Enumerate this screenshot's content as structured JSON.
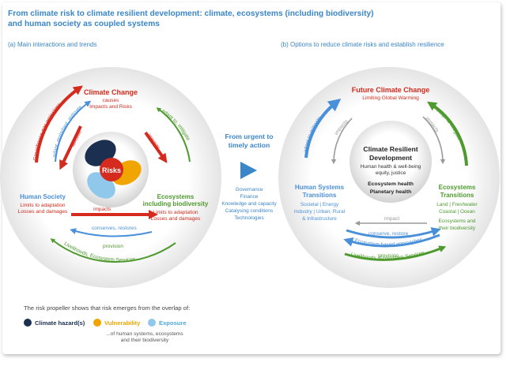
{
  "title_line1": "From climate risk to climate resilient development: climate, ecosystems (including biodiversity)",
  "title_line2": "and human society as coupled systems",
  "panel_a": {
    "label": "(a) Main interactions and trends",
    "climate_title": "Climate Change",
    "climate_sub1": "causes",
    "climate_sub2": "Impacts and Risks",
    "human_title": "Human Society",
    "human_sub1": "Limits to adaptation",
    "human_sub2": "Losses and damages",
    "eco_title1": "Ecosystems",
    "eco_title2": "including biodiversity",
    "eco_sub1": "Limits to adaptation",
    "eco_sub2": "Losses and damages",
    "arrow_ghg": "Greenhouse gas emissions",
    "arrow_adapt_human": "adapt, maladapt, mitigate",
    "arrow_impacts_left": "impacts",
    "arrow_impacts_right": "impacts",
    "arrow_adapt_eco": "adapt to, mitigate",
    "arrow_impacts_bottom": "impacts",
    "arrow_conserves": "conserves, restores",
    "arrow_provision": "provision",
    "arrow_livelihoods": "Livelihoods, Ecosystem Services",
    "center": "Risks"
  },
  "middle": {
    "heading1": "From urgent to",
    "heading2": "timely action",
    "items": [
      "Governance",
      "Finance",
      "Knowledge and capacity",
      "Catalysing conditions",
      "Technologies"
    ]
  },
  "panel_b": {
    "label": "(b) Options to reduce climate risks and establish resilience",
    "future_title": "Future Climate Change",
    "future_sub": "Limiting Global Warming",
    "center_title1": "Climate Resilient",
    "center_title2": "Development",
    "center_sub1": "Human health & well-being",
    "center_sub2": "equity, justice",
    "center_eco": "Ecosystem health",
    "center_planet": "Planetary health",
    "hst_title1": "Human Systems",
    "hst_title2": "Transitions",
    "hst_sub1": "Societal | Energy",
    "hst_sub2": "Industry | Urban, Rural",
    "hst_sub3": "& Infrastructure",
    "et_title1": "Ecosystems",
    "et_title2": "Transitions",
    "et_sub1": "Land | Freshwater",
    "et_sub2": "Coastal | Ocean",
    "et_sub3": "Ecosystems and",
    "et_sub4": "their biodiversity",
    "arrow_adapt_left": "adapt to mitigate",
    "arrow_impacts_left": "impacts",
    "arrow_impacts_right": "impacts",
    "arrow_adapt_right": "adapt to mitigate",
    "arrow_impact_bottom": "impact",
    "arrow_conserve": "conserve, restore",
    "arrow_eba": "Ecosystem based approaches",
    "arrow_provision": "provision",
    "arrow_livelihoods": "Livelihoods, Ecosystem Services"
  },
  "legend": {
    "intro": "The risk propeller shows that risk emerges from the overlap of:",
    "hazard": "Climate hazard(s)",
    "vulnerability": "Vulnerability",
    "exposure": "Exposure",
    "note1": "...of human systems, ecosystems",
    "note2": "and their biodiversity"
  },
  "colors": {
    "title_blue": "#3b86c8",
    "red": "#d52b1e",
    "blue": "#4a90d9",
    "green": "#4e9a2e",
    "navy": "#1b3050",
    "orange": "#f0a500",
    "light_blue": "#8fc8ea",
    "gray": "#9a9a9a"
  }
}
